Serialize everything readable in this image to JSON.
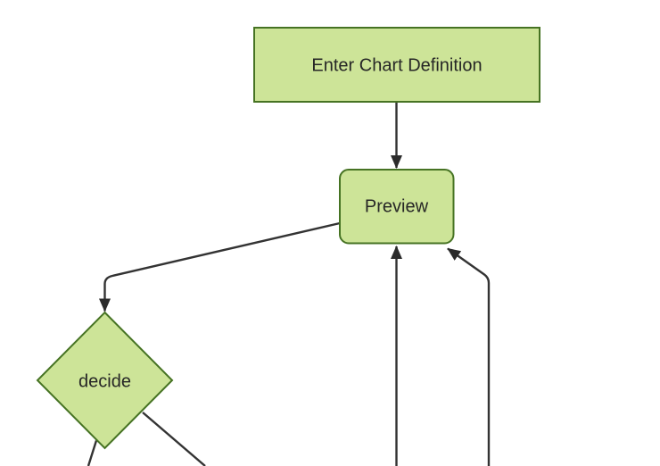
{
  "diagram": {
    "type": "flowchart",
    "orientation": "top-down",
    "background": "#ffffff",
    "colors": {
      "node_fill": "#cde498",
      "node_stroke": "#467323",
      "edge_stroke": "#333333",
      "arrow_fill": "#2b2b2b",
      "label_color": "#262626"
    },
    "nodes": [
      {
        "id": "enter-chart-definition",
        "label": "Enter Chart Definition",
        "shape": "rectangle"
      },
      {
        "id": "preview",
        "label": "Preview",
        "shape": "rounded-rectangle"
      },
      {
        "id": "decide",
        "label": "decide",
        "shape": "diamond"
      }
    ],
    "edges": [
      {
        "from": "enter-chart-definition",
        "to": "preview",
        "arrow": true
      },
      {
        "from": "preview",
        "to": "decide",
        "arrow": true
      },
      {
        "from": "decide",
        "to": "offscreen-bottom-left",
        "arrow": false
      },
      {
        "from": "decide",
        "to": "offscreen-bottom-right",
        "arrow": false
      },
      {
        "from": "offscreen-bottom-center",
        "to": "preview",
        "arrow": true
      },
      {
        "from": "offscreen-bottom-right",
        "to": "preview",
        "arrow": true
      }
    ]
  }
}
